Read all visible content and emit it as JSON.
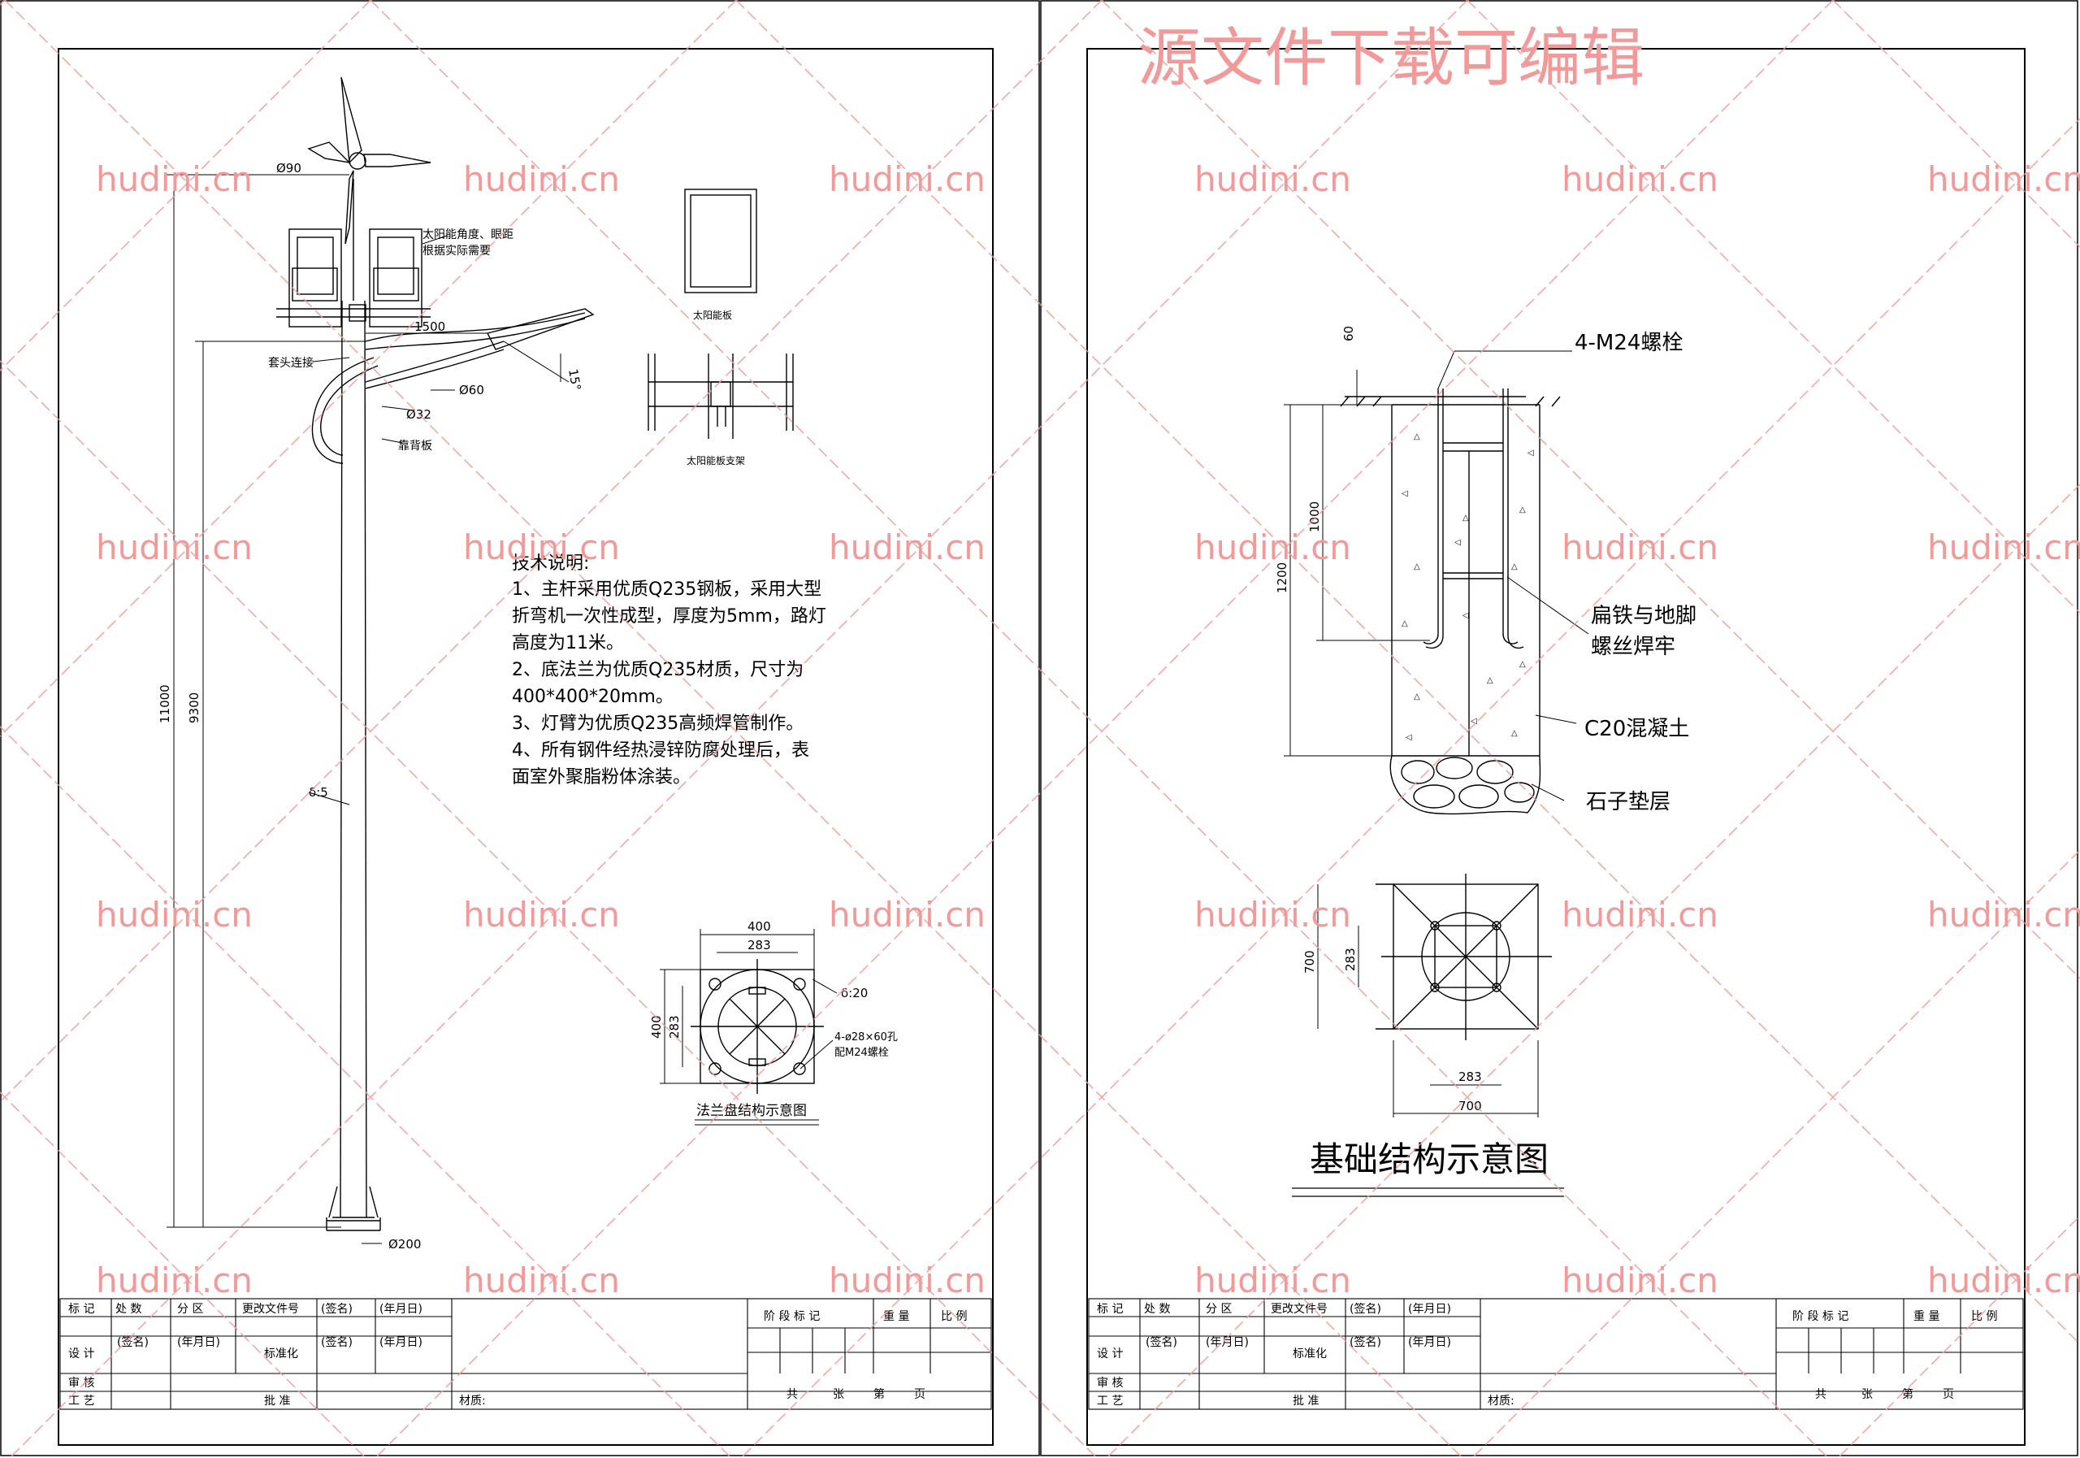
{
  "watermark": {
    "banner": "源文件下载可编辑",
    "site": "hudini.cn",
    "color": "#f29a9a"
  },
  "left_sheet": {
    "dims": {
      "d90": "Ø90",
      "d60": "Ø60",
      "d32": "Ø32",
      "d200": "Ø200",
      "len1500": "1500",
      "h11000": "11000",
      "h9300": "9300",
      "angle15": "15°",
      "delta5": "δ:5"
    },
    "labels": {
      "panel_note_1": "太阳能角度、眼距",
      "panel_note_2": "根据实际需要",
      "sleeve": "套头连接",
      "rib": "靠背板",
      "panel_title": "太阳能板",
      "bracket_title": "太阳能板支架"
    },
    "tech": {
      "title": "技术说明:",
      "lines": [
        "1、主杆采用优质Q235钢板，采用大型",
        "折弯机一次性成型，厚度为5mm，路灯",
        "高度为11米。",
        "2、底法兰为优质Q235材质，尺寸为",
        "400*400*20mm。",
        "3、灯臂为优质Q235高频焊管制作。",
        "4、所有钢件经热浸锌防腐处理后，表",
        "面室外聚脂粉体涂装。"
      ]
    },
    "flange": {
      "w400": "400",
      "w283": "283",
      "h400": "400",
      "h283": "283",
      "thick": "δ:20",
      "holes_1": "4-ø28×60孔",
      "holes_2": "配M24螺栓",
      "title": "法兰盘结构示意图"
    }
  },
  "right_sheet": {
    "dims": {
      "d60": "60",
      "d1000": "1000",
      "d1200": "1200",
      "d700v": "700",
      "d283v": "283",
      "d283h": "283",
      "d700h": "700"
    },
    "labels": {
      "bolt": "4-M24螺栓",
      "weld_1": "扁铁与地脚",
      "weld_2": "螺丝焊牢",
      "concrete": "C20混凝土",
      "gravel": "石子垫层",
      "title": "基础结构示意图"
    }
  },
  "title_block": {
    "mark": "标 记",
    "count": "处 数",
    "zone": "分 区",
    "doc_no": "更改文件号",
    "sign": "(签名)",
    "date": "(年月日)",
    "stage_mark": "阶 段 标 记",
    "weight": "重 量",
    "scale": "比 例",
    "design": "设 计",
    "standard": "标准化",
    "review": "审 核",
    "process": "工 艺",
    "approve": "批 准",
    "material": "材质:",
    "total": "共",
    "sheets": "张",
    "page": "第",
    "page_suffix": "页"
  }
}
